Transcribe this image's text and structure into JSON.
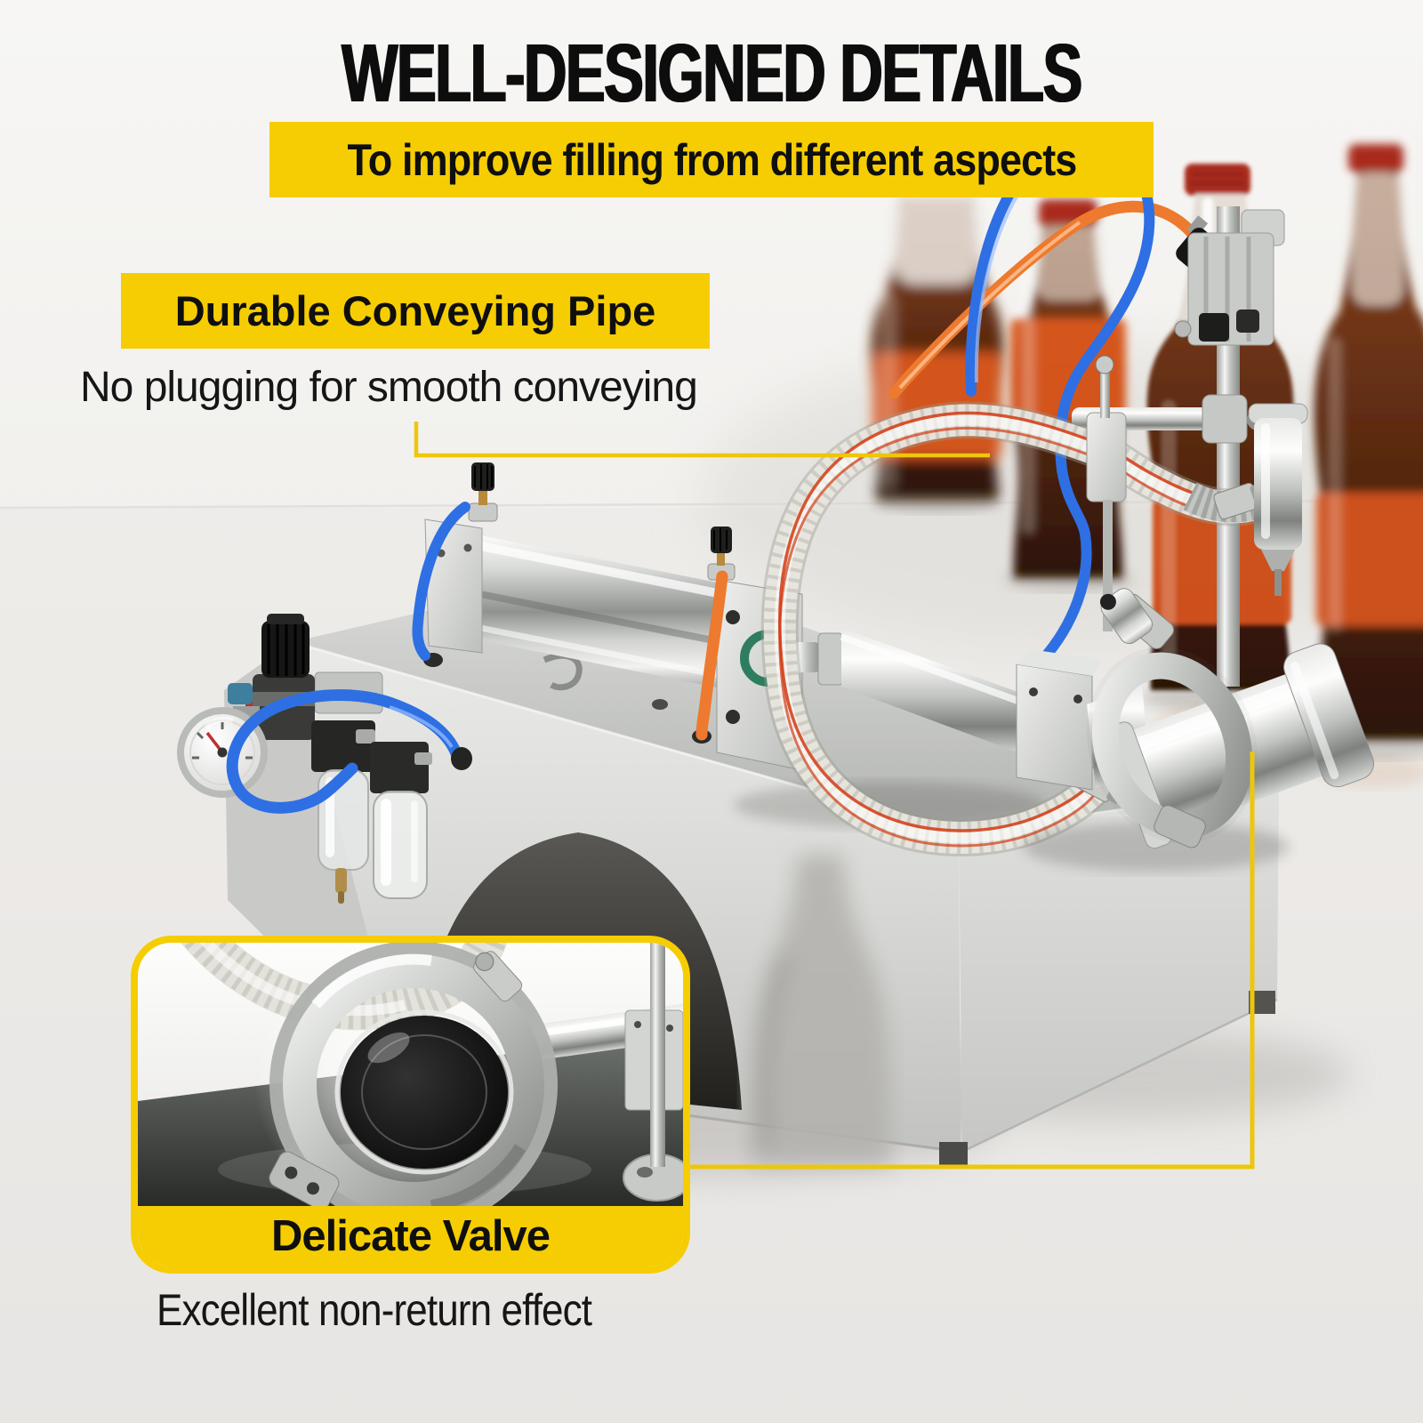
{
  "header": {
    "title": "WELL-DESIGNED DETAILS",
    "subtitle": "To improve filling from different aspects"
  },
  "callouts": {
    "conveying_pipe": {
      "label": "Durable Conveying Pipe",
      "description": "No plugging for smooth conveying"
    },
    "valve": {
      "label": "Delicate Valve",
      "description": "Excellent non-return effect"
    }
  },
  "colors": {
    "accent_yellow": "#f5cd02",
    "connector_yellow": "#eec60a",
    "title_black": "#0d0d0d",
    "text_black": "#161616",
    "tube_blue": "#2e6fe3",
    "tube_orange": "#ed7a2e",
    "bottle_label_orange": "#d8571f",
    "cola_brown": "#5e2b11",
    "cap_red": "#a92c1c"
  }
}
